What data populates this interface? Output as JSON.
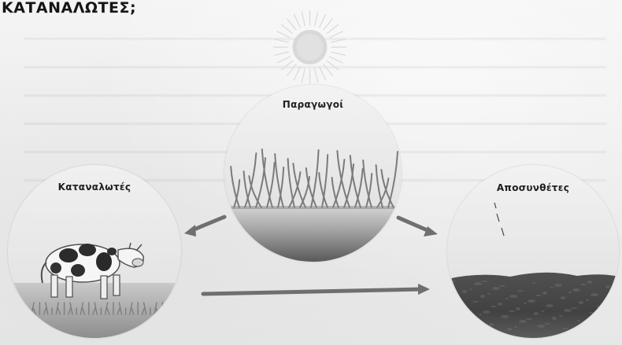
{
  "heading": "ΚΑΤΑΝΑΛΩΤΕΣ;",
  "diagram": {
    "producers_label": "Παραγωγοί",
    "consumers_label": "Καταναλωτές",
    "decomposers_label": "Αποσυνθέτες",
    "arrows": [
      {
        "from": "Παραγωγοί",
        "to": "Καταναλωτές"
      },
      {
        "from": "Παραγωγοί",
        "to": "Αποσυνθέτες"
      },
      {
        "from": "Καταναλωτές",
        "to": "Αποσυνθέτες"
      }
    ],
    "colors": {
      "arrow": "#6f6f6f",
      "sun": "#d7d7d7",
      "soil": "#4a4a4a"
    },
    "icons": [
      "sun-icon",
      "grass-icon",
      "cow-icon",
      "soil-icon"
    ]
  }
}
